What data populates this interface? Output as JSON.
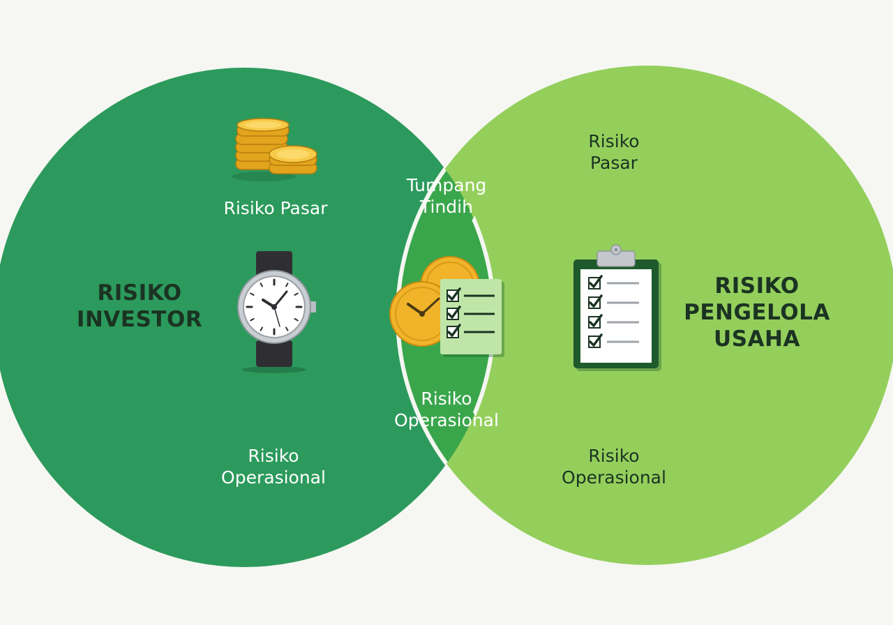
{
  "colors": {
    "background": "#f6f7f3",
    "left_circle": "#2c9a5c",
    "right_circle": "#94cf5c",
    "overlap": "#3aa64b",
    "divider": "#f4f6f1",
    "dark_text": "#1b3322",
    "light_text": "#ffffff"
  },
  "left": {
    "title": "RISIKO\nINVESTOR",
    "market": "Risiko Pasar",
    "operational": "Risiko\nOperasional",
    "icons": [
      "coins-icon",
      "watch-icon"
    ]
  },
  "overlap": {
    "title": "Tumpang\nTindih",
    "operational": "Risiko\nOperasional",
    "icons": [
      "coins-checklist-icon"
    ]
  },
  "right": {
    "title": "RISIKO\nPENGELOLA\nUSAHA",
    "market": "Risiko\nPasar",
    "operational": "Risiko\nOperasional",
    "icons": [
      "clipboard-checklist-icon"
    ]
  }
}
